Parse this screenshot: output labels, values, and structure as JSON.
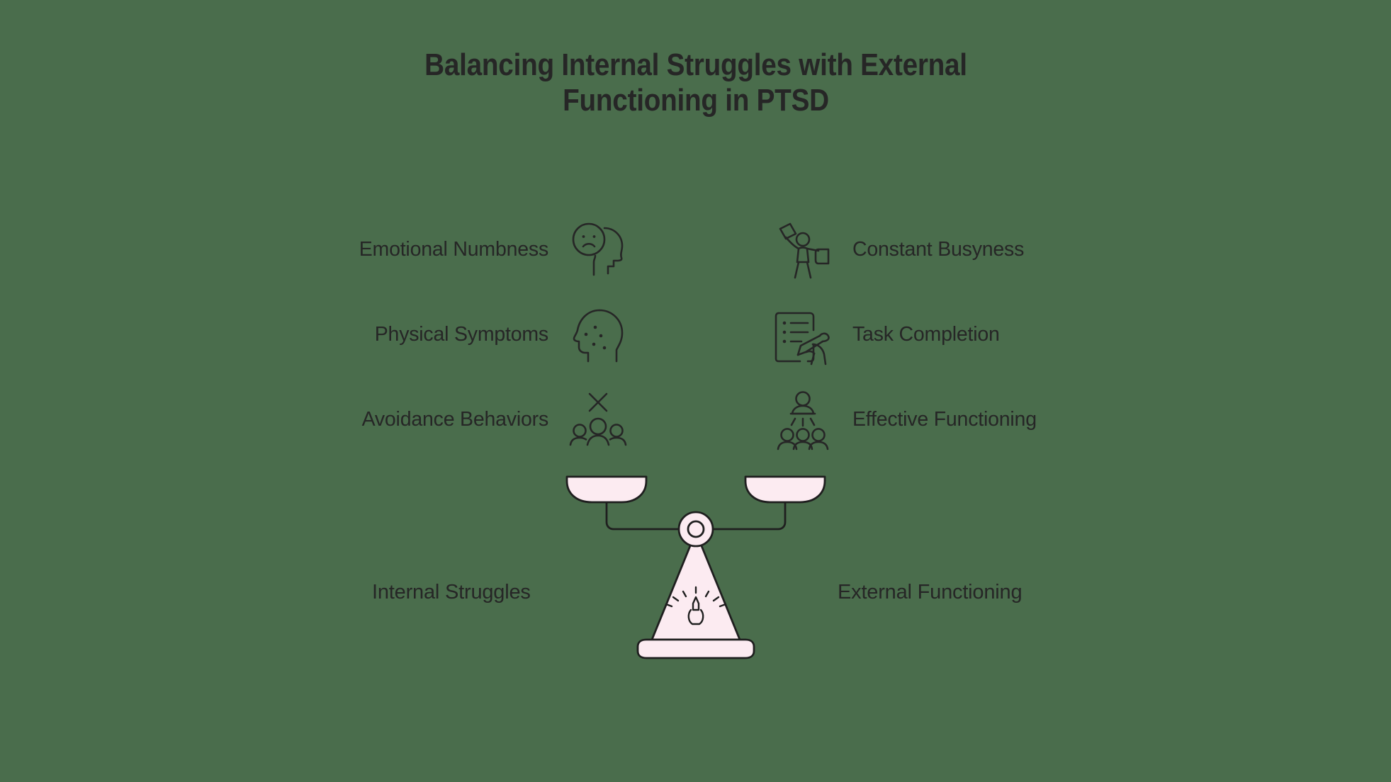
{
  "theme": {
    "background": "#4a6d4c",
    "ink": "#262626",
    "accent_pink": "#fcebf1",
    "stroke": "#1f1f1f"
  },
  "title": {
    "line1": "Balancing Internal Struggles with External",
    "line2": "Functioning in PTSD",
    "full": "Balancing Internal Struggles with External Functioning in PTSD"
  },
  "left_column": {
    "group_label": "Internal Struggles",
    "items": [
      {
        "label": "Emotional Numbness",
        "icon": "sad-face-head-profile-icon"
      },
      {
        "label": "Physical Symptoms",
        "icon": "head-profile-dots-icon"
      },
      {
        "label": "Avoidance Behaviors",
        "icon": "x-over-people-group-icon"
      }
    ]
  },
  "right_column": {
    "group_label": "External Functioning",
    "items": [
      {
        "label": "Constant Busyness",
        "icon": "busy-person-carrying-boxes-icon"
      },
      {
        "label": "Task Completion",
        "icon": "checklist-hand-pen-icon"
      },
      {
        "label": "Effective Functioning",
        "icon": "leader-above-people-group-icon"
      }
    ]
  },
  "scale": {
    "name": "balance-scale",
    "state": "balanced",
    "left_pan_label": "Internal Struggles",
    "right_pan_label": "External Functioning"
  }
}
